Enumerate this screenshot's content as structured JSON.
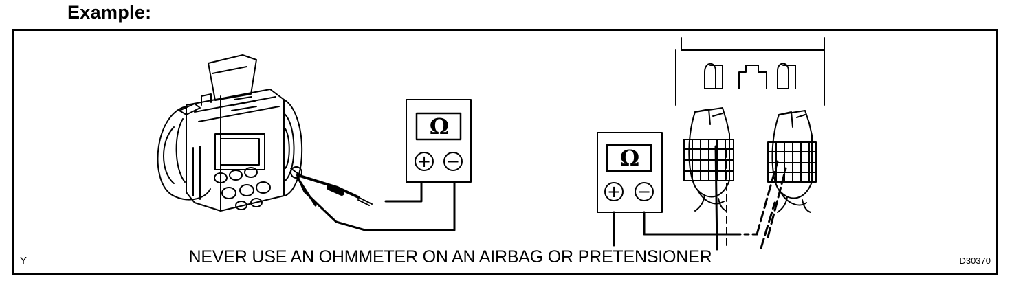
{
  "heading": "Example:",
  "warning": "NEVER USE AN OHMMETER ON AN AIRBAG OR PRETENSIONER",
  "corner_left": "Y",
  "corner_right": "D30370",
  "meters": [
    {
      "symbol": "Ω",
      "plus": "+",
      "minus": "−"
    },
    {
      "symbol": "Ω",
      "plus": "+",
      "minus": "−"
    }
  ]
}
